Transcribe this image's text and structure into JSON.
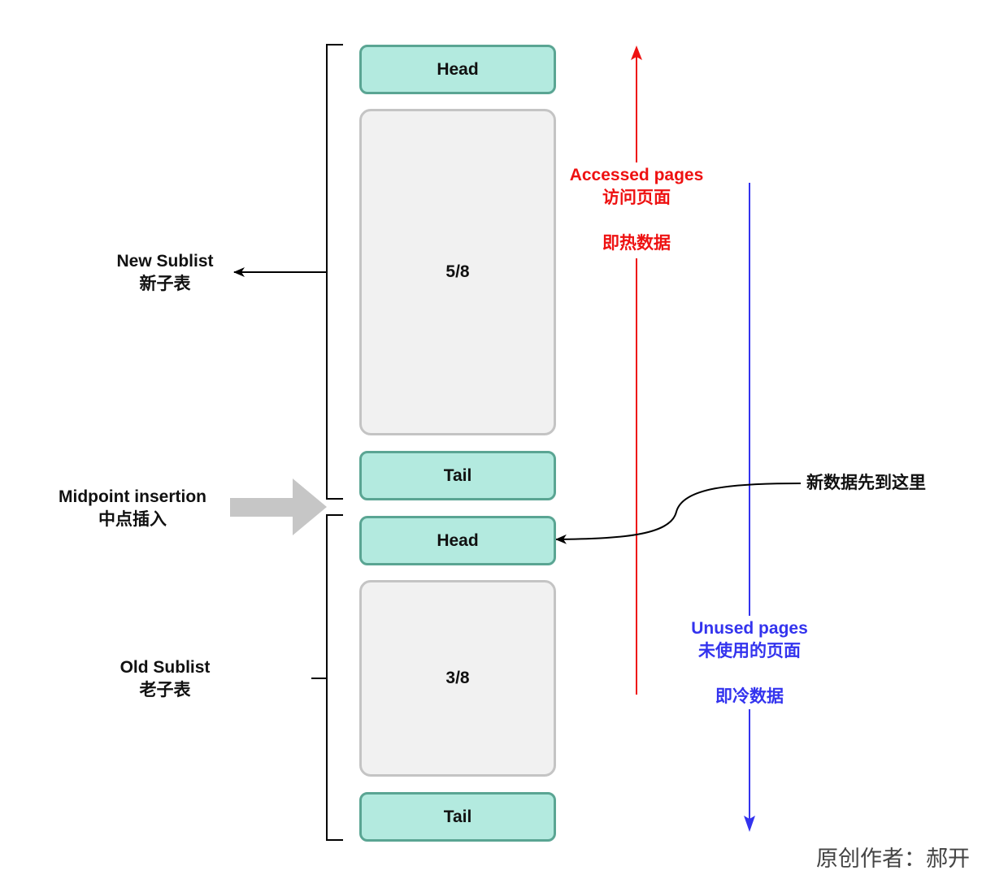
{
  "new_sublist": {
    "label_en": "New Sublist",
    "label_zh": "新子表",
    "head": "Head",
    "middle": "5/8",
    "tail": "Tail"
  },
  "old_sublist": {
    "label_en": "Old Sublist",
    "label_zh": "老子表",
    "head": "Head",
    "middle": "3/8",
    "tail": "Tail"
  },
  "midpoint": {
    "label_en": "Midpoint insertion",
    "label_zh": "中点插入"
  },
  "accessed": {
    "label_en": "Accessed pages",
    "label_zh": "访问页面",
    "hot": "即热数据"
  },
  "unused": {
    "label_en": "Unused pages",
    "label_zh": "未使用的页面",
    "cold": "即冷数据"
  },
  "new_data_note": "新数据先到这里",
  "author_credit": "原创作者：郝开",
  "colors": {
    "teal_fill": "#b3eadf",
    "teal_border": "#5aa593",
    "gray_fill": "#f1f1f1",
    "gray_border": "#c4c4c4",
    "accessed_arrow": "#ee1111",
    "unused_arrow": "#3333ee",
    "midpoint_arrow": "#c6c6c6"
  }
}
